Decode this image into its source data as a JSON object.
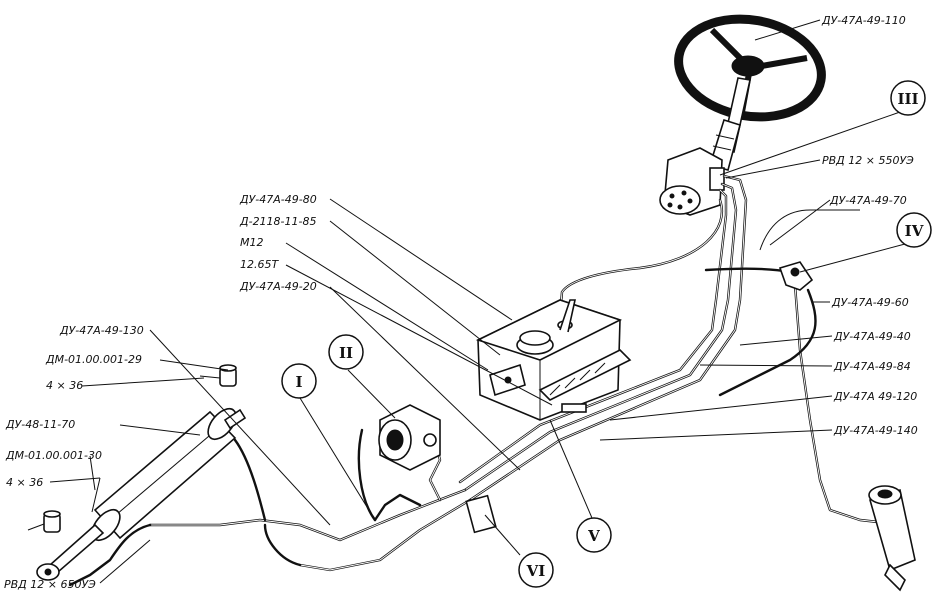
{
  "labels": {
    "wheel": "ДУ-47А-49-110",
    "rvd_top": "РВД 12 × 550УЭ",
    "du70": "ДУ-47А-49-70",
    "du80": "ДУ-47А-49-80",
    "d2118": "Д-2118-11-85",
    "m12": "М12",
    "n12": "12.65Т",
    "du20": "ДУ-47А-49-20",
    "du60": "ДУ-47А-49-60",
    "du40": "ДУ-47А-49-40",
    "du84": "ДУ-47А-49-84",
    "du120": "ДУ-47А 49-120",
    "du140": "ДУ-47А-49-140",
    "du130": "ДУ-47А-49-130",
    "dm29": "ДМ-01.00.001-29",
    "d4x36a": "4 × 36",
    "du48": "ДУ-48-11-70",
    "dm30": "ДМ-01.00.001-30",
    "d4x36b": "4 × 36",
    "rvd_bottom": "РВД 12 × 650УЭ"
  },
  "callouts": {
    "c1": "I",
    "c2": "II",
    "c3": "III",
    "c4": "IV",
    "c5": "V",
    "c6": "VI"
  }
}
